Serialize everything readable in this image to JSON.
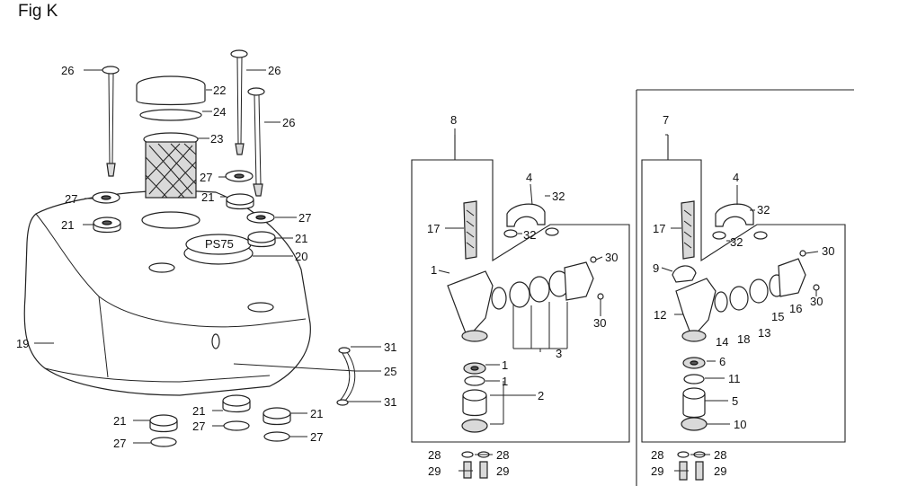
{
  "figure": {
    "title": "Fig K"
  },
  "callouts": [
    {
      "id": "c26a",
      "text": "26"
    },
    {
      "id": "c22",
      "text": "22"
    },
    {
      "id": "c24",
      "text": "24"
    },
    {
      "id": "c23",
      "text": "23"
    },
    {
      "id": "c26b",
      "text": "26"
    },
    {
      "id": "c26c",
      "text": "26"
    },
    {
      "id": "c27a",
      "text": "27"
    },
    {
      "id": "c21a",
      "text": "21"
    },
    {
      "id": "c27b",
      "text": "27"
    },
    {
      "id": "c21b",
      "text": "21"
    },
    {
      "id": "c27c",
      "text": "27"
    },
    {
      "id": "c21c",
      "text": "21"
    },
    {
      "id": "c20",
      "text": "20"
    },
    {
      "id": "c19",
      "text": "19"
    },
    {
      "id": "c31a",
      "text": "31"
    },
    {
      "id": "c25",
      "text": "25"
    },
    {
      "id": "c31b",
      "text": "31"
    },
    {
      "id": "c21d",
      "text": "21"
    },
    {
      "id": "c27d",
      "text": "27"
    },
    {
      "id": "c21e",
      "text": "21"
    },
    {
      "id": "c27e",
      "text": "27"
    },
    {
      "id": "c21f",
      "text": "21"
    },
    {
      "id": "c27f",
      "text": "27"
    },
    {
      "id": "c8",
      "text": "8"
    },
    {
      "id": "c4a",
      "text": "4"
    },
    {
      "id": "c32a",
      "text": "32"
    },
    {
      "id": "c32b",
      "text": "32"
    },
    {
      "id": "c17a",
      "text": "17"
    },
    {
      "id": "c30a",
      "text": "30"
    },
    {
      "id": "c1a",
      "text": "1"
    },
    {
      "id": "c30b",
      "text": "30"
    },
    {
      "id": "c3",
      "text": "3"
    },
    {
      "id": "c1b",
      "text": "1"
    },
    {
      "id": "c1c",
      "text": "1"
    },
    {
      "id": "c2",
      "text": "2"
    },
    {
      "id": "c28a",
      "text": "28"
    },
    {
      "id": "c28b",
      "text": "28"
    },
    {
      "id": "c29a",
      "text": "29"
    },
    {
      "id": "c29b",
      "text": "29"
    },
    {
      "id": "c7",
      "text": "7"
    },
    {
      "id": "c4b",
      "text": "4"
    },
    {
      "id": "c32c",
      "text": "32"
    },
    {
      "id": "c32d",
      "text": "32"
    },
    {
      "id": "c17b",
      "text": "17"
    },
    {
      "id": "c30c",
      "text": "30"
    },
    {
      "id": "c9",
      "text": "9"
    },
    {
      "id": "c30d",
      "text": "30"
    },
    {
      "id": "c12",
      "text": "12"
    },
    {
      "id": "c16",
      "text": "16"
    },
    {
      "id": "c15",
      "text": "15"
    },
    {
      "id": "c14",
      "text": "14"
    },
    {
      "id": "c18",
      "text": "18"
    },
    {
      "id": "c13",
      "text": "13"
    },
    {
      "id": "c6",
      "text": "6"
    },
    {
      "id": "c11",
      "text": "11"
    },
    {
      "id": "c5",
      "text": "5"
    },
    {
      "id": "c10",
      "text": "10"
    },
    {
      "id": "c28c",
      "text": "28"
    },
    {
      "id": "c28d",
      "text": "28"
    },
    {
      "id": "c29c",
      "text": "29"
    },
    {
      "id": "c29d",
      "text": "29"
    }
  ],
  "cap_emboss": "PS75"
}
